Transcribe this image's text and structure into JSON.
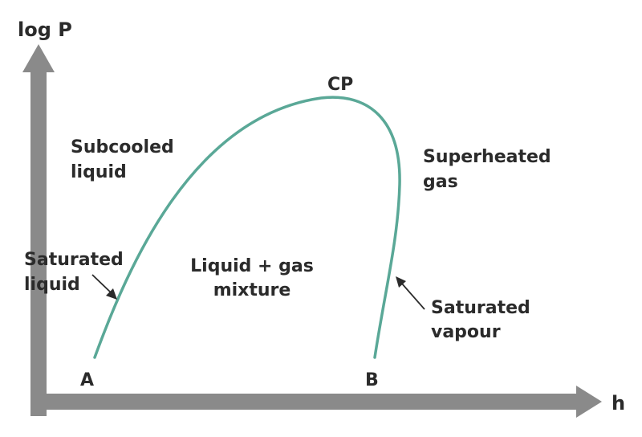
{
  "axes": {
    "y_label": "log P",
    "x_label": "h"
  },
  "labels": {
    "critical_point": "CP",
    "point_a": "A",
    "point_b": "B",
    "subcooled_line1": "Subcooled",
    "subcooled_line2": "liquid",
    "superheated_line1": "Superheated",
    "superheated_line2": "gas",
    "mixture_line1": "Liquid + gas",
    "mixture_line2": "mixture",
    "sat_liquid_line1": "Saturated",
    "sat_liquid_line2": "liquid",
    "sat_vapour_line1": "Saturated",
    "sat_vapour_line2": "vapour"
  },
  "colors": {
    "curve": "#5aa897",
    "axis": "#8a8a8a",
    "text": "#2b2b2b"
  }
}
